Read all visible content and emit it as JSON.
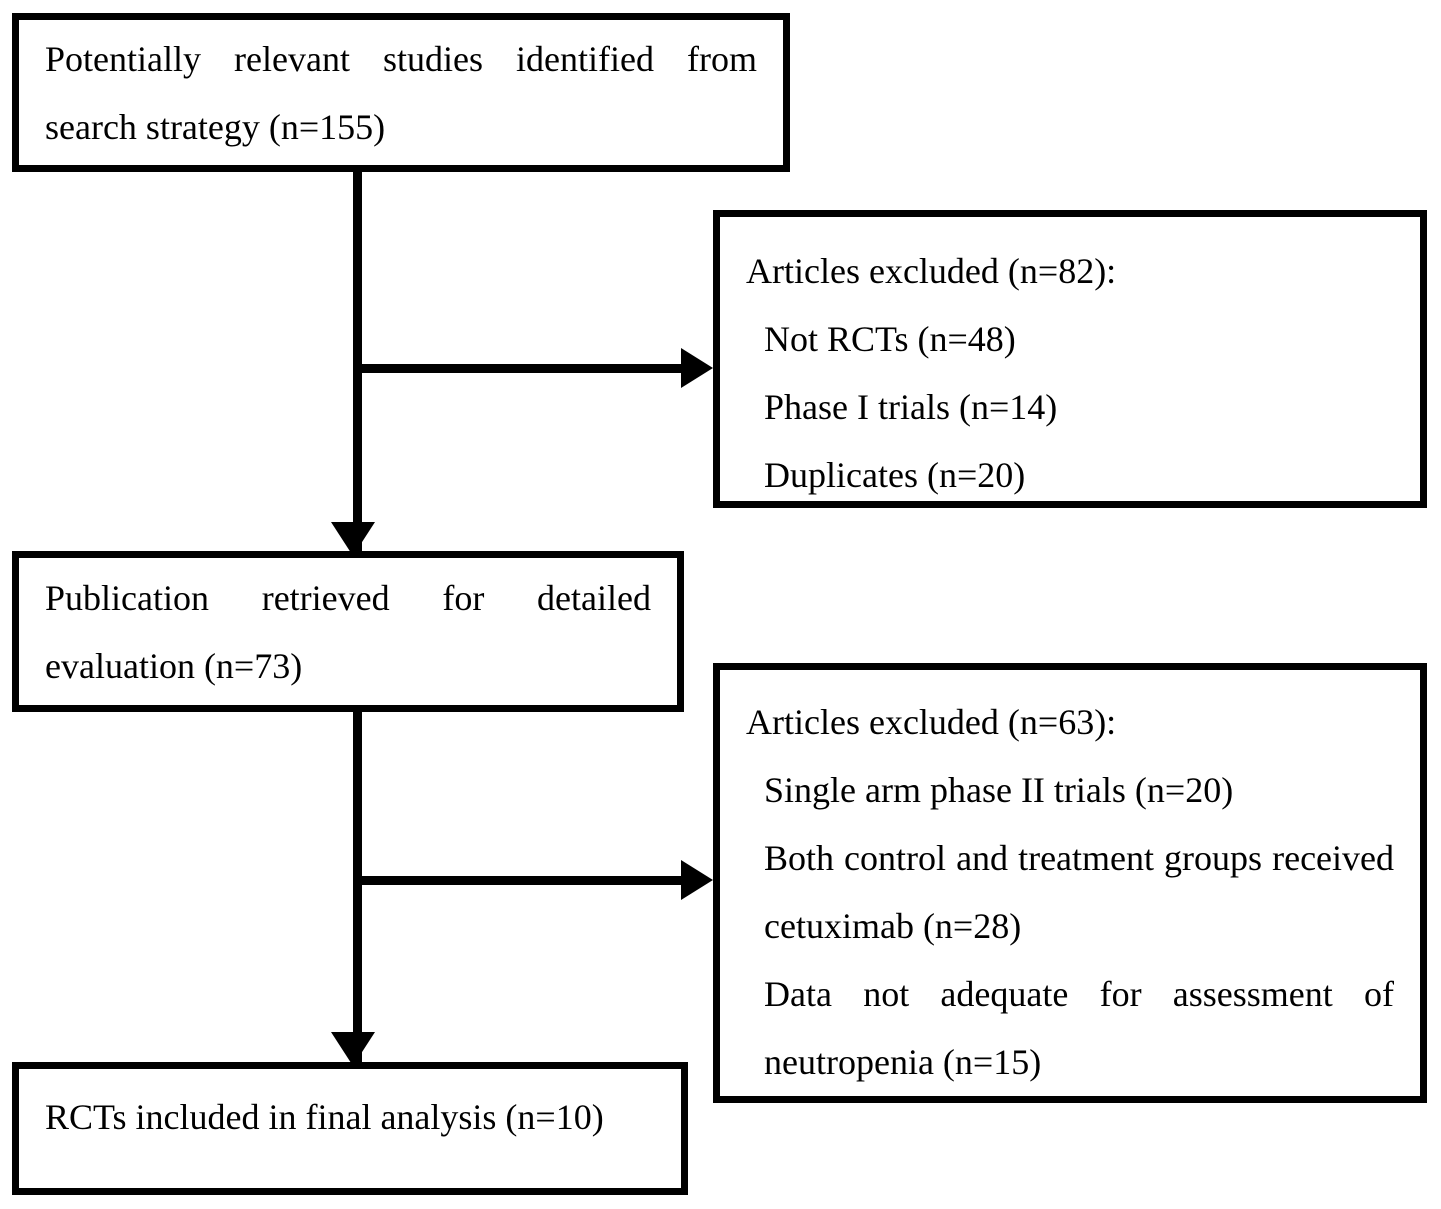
{
  "diagram": {
    "type": "prisma-study-selection-flowchart",
    "boxes": {
      "identified": {
        "text": "Potentially relevant studies identified from search strategy (n=155)",
        "count": 155
      },
      "excluded_first": {
        "heading": "Articles excluded (n=82):",
        "count": 82,
        "reasons": [
          {
            "label": "Not RCTs (n=48)",
            "count": 48
          },
          {
            "label": "Phase I trials (n=14)",
            "count": 14
          },
          {
            "label": "Duplicates (n=20)",
            "count": 20
          }
        ]
      },
      "retrieved": {
        "text": "Publication retrieved for detailed evaluation (n=73)",
        "count": 73
      },
      "excluded_second": {
        "heading": "Articles excluded (n=63):",
        "count": 63,
        "reasons": [
          {
            "label": "Single arm phase II trials (n=20)",
            "count": 20
          },
          {
            "label": "Both control and treatment groups received cetuximab (n=28)",
            "count": 28
          },
          {
            "label": "Data not adequate for assessment of neutropenia (n=15)",
            "count": 15
          }
        ]
      },
      "included": {
        "text": "RCTs included in final analysis (n=10)",
        "count": 10
      }
    },
    "connectors": {
      "stem_one": "arrow-down-identified-to-retrieved",
      "branch_one": "arrow-right-to-excluded-first",
      "stem_two": "arrow-down-retrieved-to-included",
      "branch_two": "arrow-right-to-excluded-second"
    },
    "colors": {
      "stroke": "#000000",
      "fill": "#ffffff",
      "text": "#000000"
    }
  }
}
